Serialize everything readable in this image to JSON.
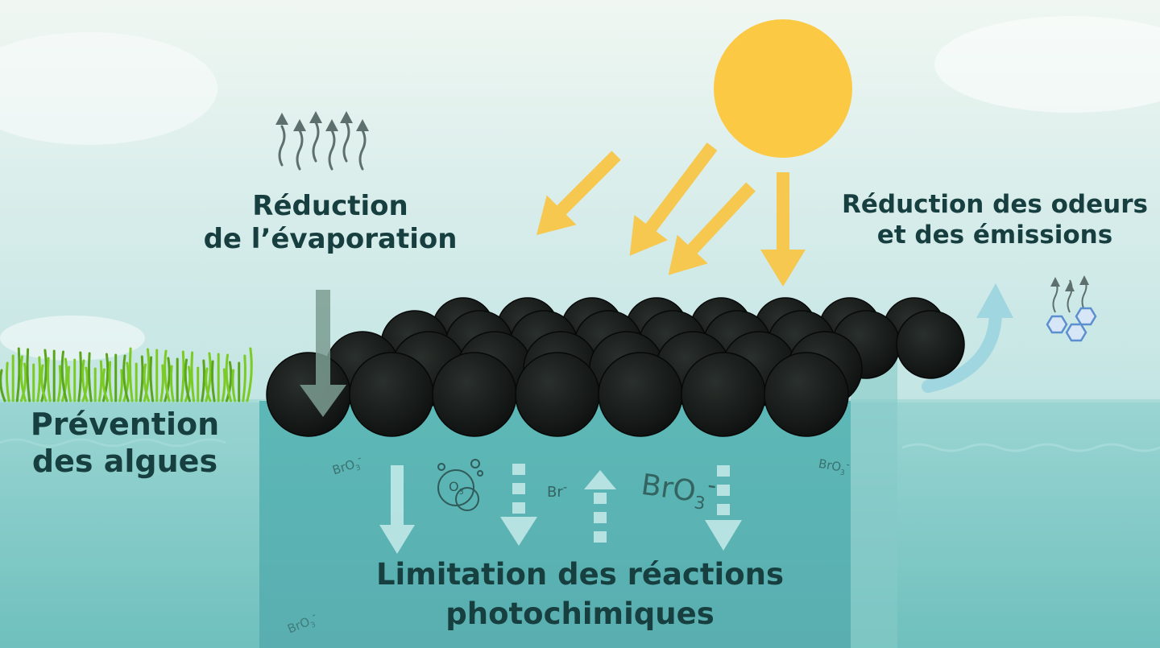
{
  "labels": {
    "evaporation": [
      "Réduction",
      "de l’évaporation"
    ],
    "odeurs": [
      "Réduction des odeurs",
      "et des émissions"
    ],
    "algues": [
      "Prévention",
      "des algues"
    ],
    "photochimie": [
      "Limitation des réactions",
      "photochimiques"
    ]
  },
  "chemistry": {
    "bromate": "BrO",
    "bromate_sub": "3",
    "bromate_charge": "-",
    "bromide": "Br",
    "bromide_charge": "-",
    "ozone": "O",
    "ozone_sub": "3"
  },
  "colors": {
    "sky_top": "#e9f4f0",
    "sky_bottom": "#c7e6e5",
    "water_surface": "#8fd0cd",
    "water_deep": "#5fb8b7",
    "container_water": "#63bcbb",
    "sun": "#fcc944",
    "sun_rays": "#f6c84f",
    "balls": "#141816",
    "grass": "#7ccb25",
    "text_dark": "#173f40",
    "arrow_green_gray": "#7c9d92",
    "arrow_light": "#c7ecea",
    "arrow_up_blue": "#9fd6df",
    "hexagon_blue": "#5b8fcf"
  },
  "icons": [
    "sun-icon",
    "evaporation-waves-icon",
    "emissions-hexagon-icon",
    "ozone-bubble-icon",
    "algae-grass-icon"
  ]
}
